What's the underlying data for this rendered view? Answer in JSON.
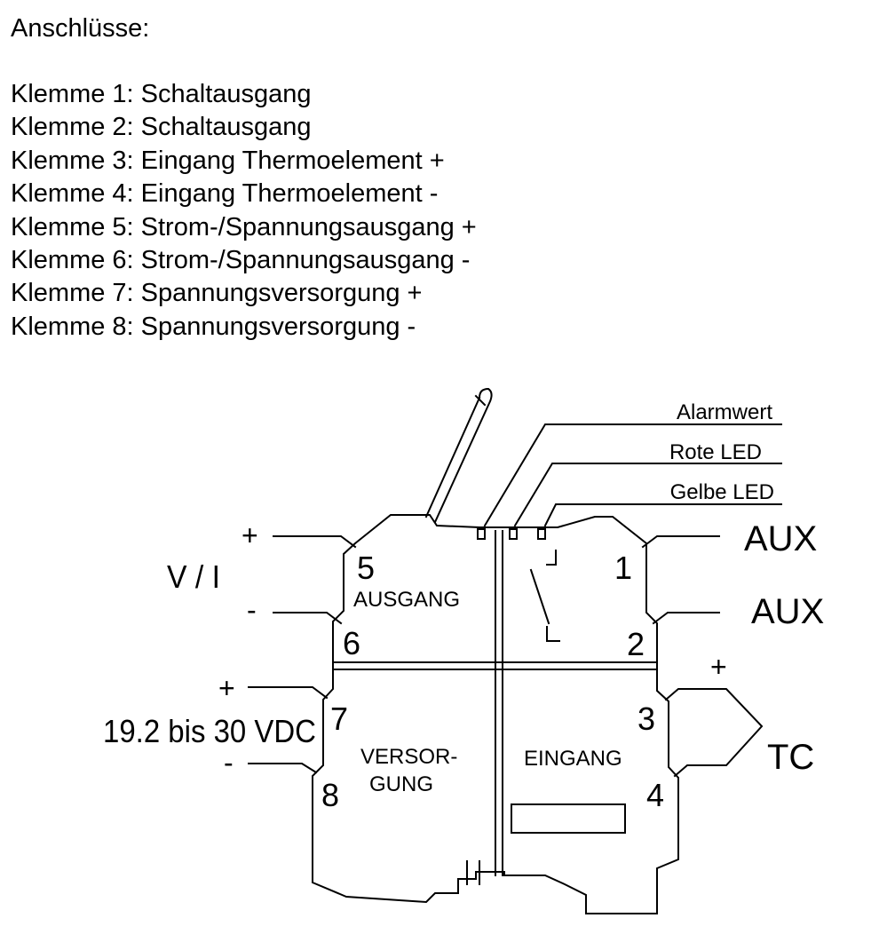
{
  "heading": "Anschlüsse:",
  "terminals": [
    "Klemme 1: Schaltausgang",
    "Klemme 2: Schaltausgang",
    "Klemme 3: Eingang Thermoelement +",
    "Klemme 4: Eingang Thermoelement -",
    "Klemme 5: Strom-/Spannungsausgang +",
    "Klemme 6: Strom-/Spannungsausgang -",
    "Klemme 7: Spannungsversorgung +",
    "Klemme 8: Spannungsversorgung -"
  ],
  "diagram": {
    "indicators": {
      "alarm": "Alarmwert",
      "red_led": "Rote LED",
      "yellow_led": "Gelbe LED"
    },
    "sections": {
      "output": "AUSGANG",
      "supply_line1": "VERSOR-",
      "supply_line2": "GUNG",
      "input": "EINGANG"
    },
    "terminal_numbers": {
      "t1": "1",
      "t2": "2",
      "t3": "3",
      "t4": "4",
      "t5": "5",
      "t6": "6",
      "t7": "7",
      "t8": "8"
    },
    "external": {
      "output_plus": "+",
      "output_minus": "-",
      "output_signal": "V / I",
      "aux_1": "AUX",
      "aux_2": "AUX",
      "tc_plus": "+",
      "thermocouple": "TC",
      "supply_plus": "+",
      "supply_minus": "-",
      "supply_voltage": "19.2 bis 30 VDC"
    }
  }
}
